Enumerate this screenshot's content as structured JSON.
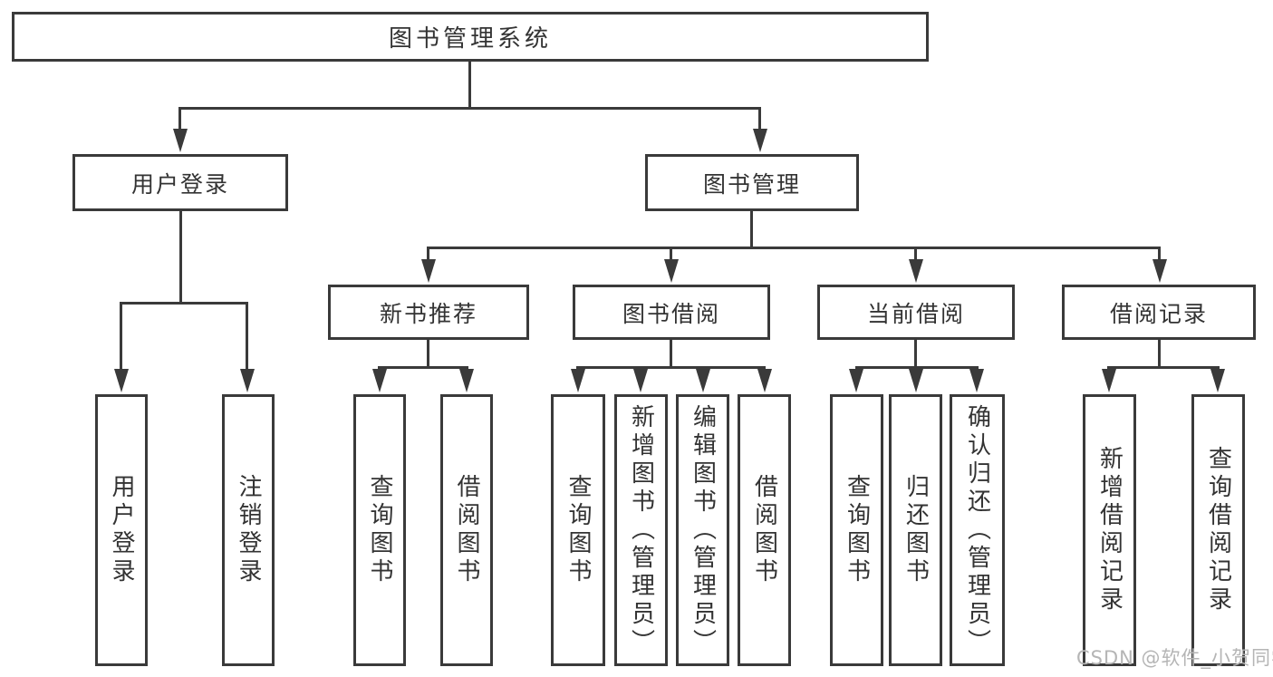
{
  "diagram": {
    "type": "hierarchy-tree",
    "root": {
      "label": "图书管理系统",
      "children": [
        {
          "label": "用户登录",
          "children": [
            {
              "label": "用户登录"
            },
            {
              "label": "注销登录"
            }
          ]
        },
        {
          "label": "图书管理",
          "children": [
            {
              "label": "新书推荐",
              "children": [
                {
                  "label": "查询图书"
                },
                {
                  "label": "借阅图书"
                }
              ]
            },
            {
              "label": "图书借阅",
              "children": [
                {
                  "label": "查询图书"
                },
                {
                  "label": "新增图书（管理员）"
                },
                {
                  "label": "编辑图书（管理员）"
                },
                {
                  "label": "借阅图书"
                }
              ]
            },
            {
              "label": "当前借阅",
              "children": [
                {
                  "label": "查询图书"
                },
                {
                  "label": "归还图书"
                },
                {
                  "label": "确认归还（管理员）"
                }
              ]
            },
            {
              "label": "借阅记录",
              "children": [
                {
                  "label": "新增借阅记录"
                },
                {
                  "label": "查询借阅记录"
                }
              ]
            }
          ]
        }
      ]
    }
  },
  "colors": {
    "line": "#3a3a3a",
    "text": "#333333",
    "watermark": "#b5b5b5",
    "background": "#ffffff"
  },
  "watermark": {
    "text": "CSDN @软件_小贺同学"
  }
}
